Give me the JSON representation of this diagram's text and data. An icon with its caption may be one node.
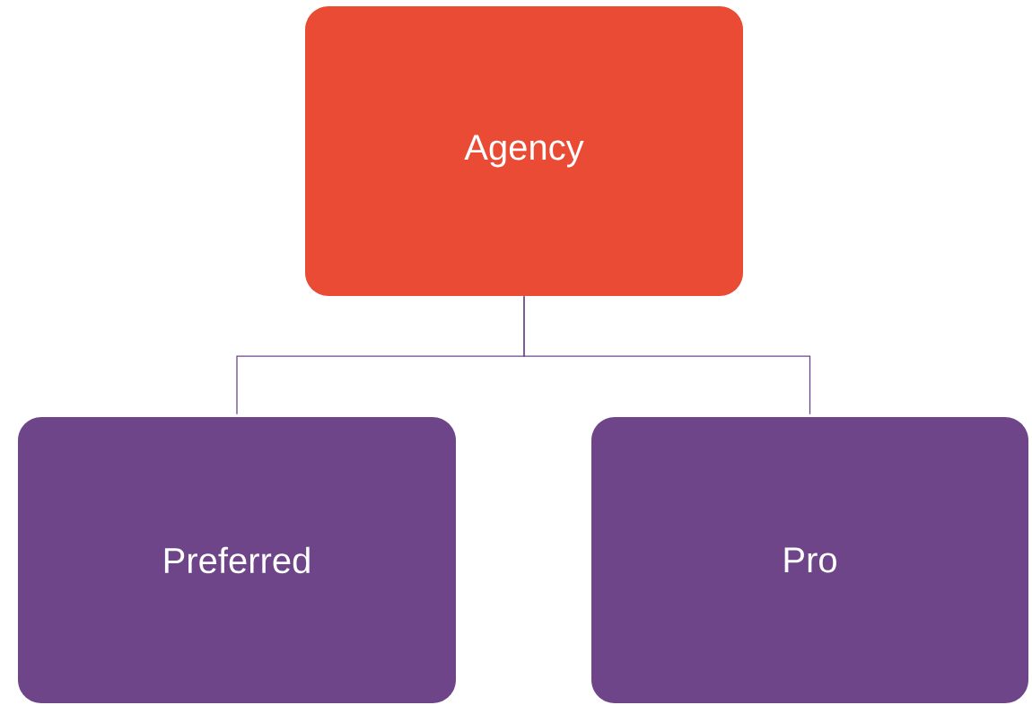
{
  "diagram": {
    "nodes": [
      {
        "text": [
          "Agency"
        ]
      },
      {
        "text": [
          "Preferred"
        ]
      },
      {
        "text": [
          "Pro"
        ]
      }
    ],
    "edges": [
      {
        "from": 0,
        "to": 1,
        "arrow": "none"
      },
      {
        "from": 0,
        "to": 2,
        "arrow": "none"
      }
    ]
  }
}
